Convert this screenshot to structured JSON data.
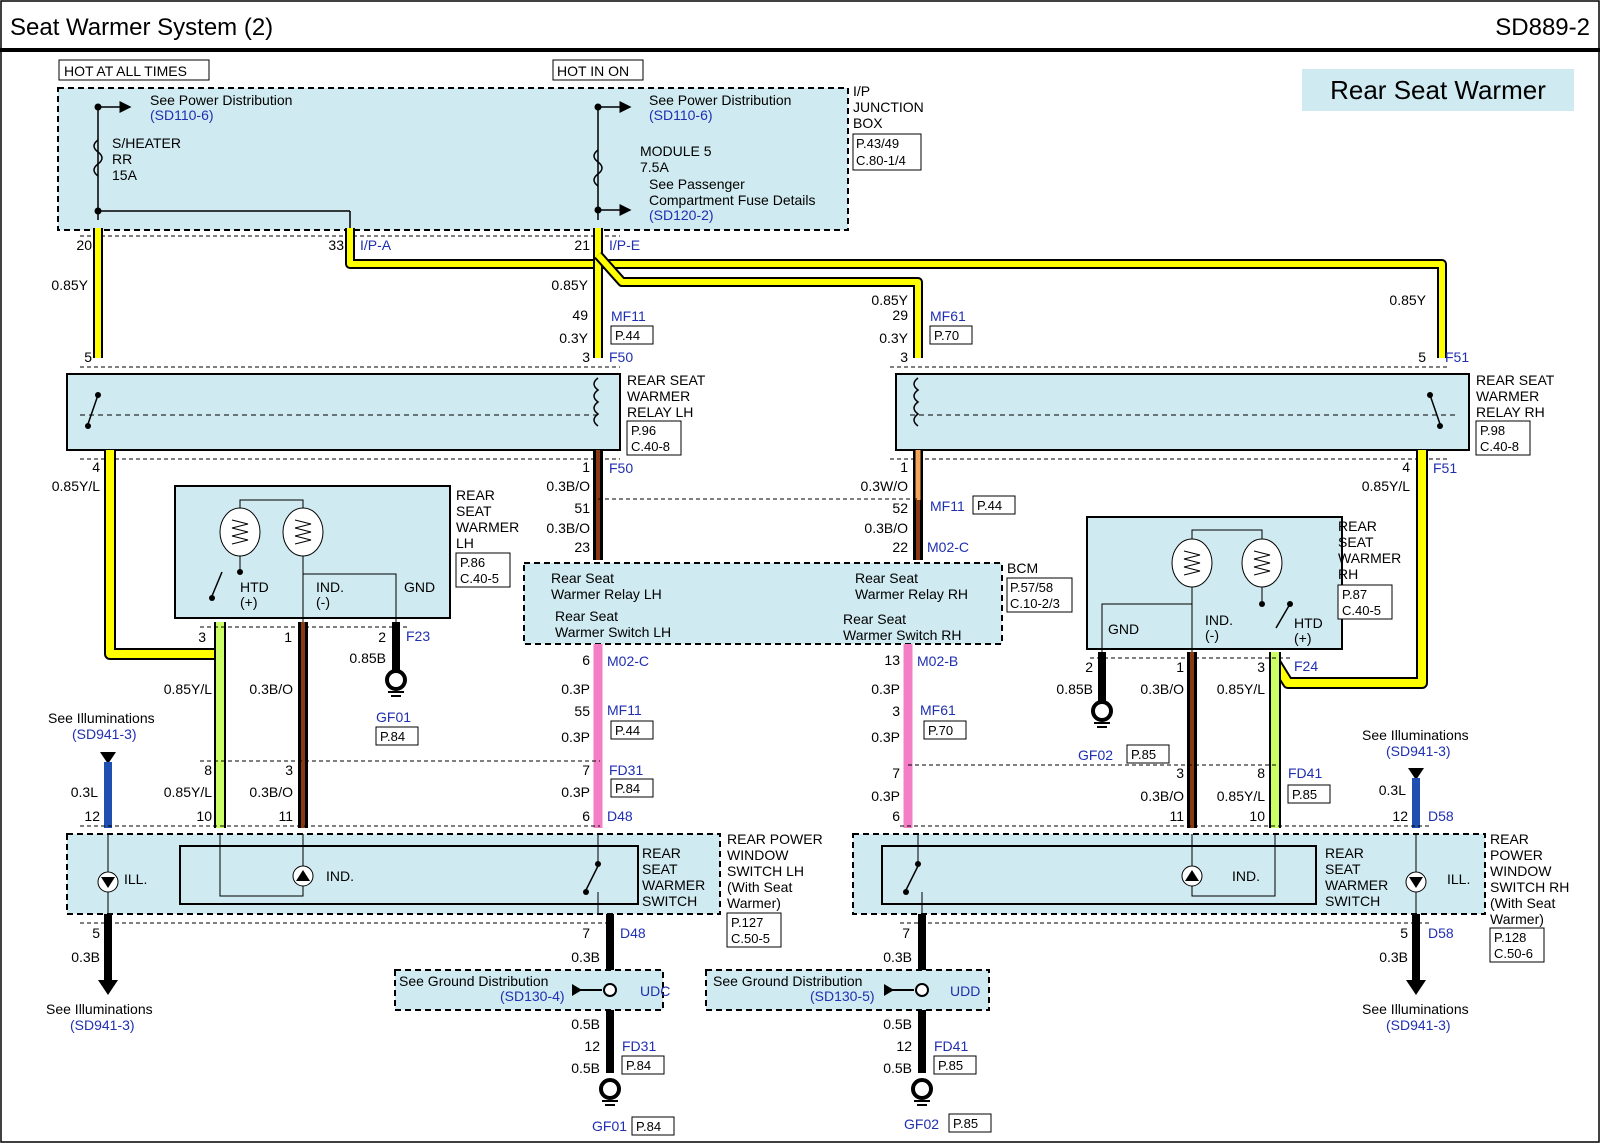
{
  "header": {
    "title": "Seat Warmer System  (2)",
    "code": "SD889-2"
  },
  "section_label": "Rear Seat Warmer",
  "colors": {
    "yellow": "#ffff00",
    "pink": "#f47ec5",
    "brown": "#8a3a10",
    "orange": "#f5a65b",
    "blue": "#1f4fb0",
    "box": "#cfeaf0",
    "link": "#1f2fb0"
  },
  "power": {
    "hot_all": "HOT AT ALL TIMES",
    "hot_on": "HOT IN ON"
  },
  "jbox": {
    "see_power_1": "See Power Distribution",
    "ref_1": "(SD110-6)",
    "see_power_2": "See Power Distribution",
    "ref_2": "(SD110-6)",
    "fuse_1": [
      "S/HEATER",
      "RR",
      "15A"
    ],
    "fuse_2": [
      "MODULE 5",
      "7.5A"
    ],
    "see_pass": [
      "See Passenger",
      "Compartment Fuse Details"
    ],
    "ref_pass": "(SD120-2)",
    "name": [
      "I/P",
      "JUNCTION",
      "BOX"
    ],
    "page": [
      "P.43/49",
      "C.80-1/4"
    ]
  },
  "pins": {
    "p20": "20",
    "p33": "33",
    "ipa": "I/P-A",
    "p21": "21",
    "ipe": "I/P-E"
  },
  "wires": {
    "w085y": "0.85Y",
    "w03y": "0.3Y",
    "w085yl": "0.85Y/L",
    "w03bo": "0.3B/O",
    "w03wo": "0.3W/O",
    "w085b": "0.85B",
    "w03p": "0.3P",
    "w03l": "0.3L",
    "w03b": "0.3B",
    "w05b": "0.5B"
  },
  "connectors": {
    "mf11": "MF11",
    "mf61": "MF61",
    "f50": "F50",
    "f51": "F51",
    "f23": "F23",
    "f24": "F24",
    "m02c": "M02-C",
    "m02b": "M02-B",
    "fd31": "FD31",
    "fd41": "FD41",
    "d48": "D48",
    "d58": "D58",
    "gf01": "GF01",
    "gf02": "GF02",
    "udc": "UDC",
    "udd": "UDD"
  },
  "pages": {
    "p44": "P.44",
    "p70": "P.70",
    "p84": "P.84",
    "p85": "P.85"
  },
  "relay_lh": {
    "name": [
      "REAR SEAT",
      "WARMER",
      "RELAY LH"
    ],
    "page": [
      "P.96",
      "C.40-8"
    ]
  },
  "relay_rh": {
    "name": [
      "REAR SEAT",
      "WARMER",
      "RELAY RH"
    ],
    "page": [
      "P.98",
      "C.40-8"
    ]
  },
  "warmer_lh": {
    "name": [
      "REAR",
      "SEAT",
      "WARMER",
      "LH"
    ],
    "page": [
      "P.86",
      "C.40-5"
    ],
    "htd": "HTD",
    "plus": "(+)",
    "ind": "IND.",
    "minus": "(-)",
    "gnd": "GND"
  },
  "warmer_rh": {
    "name": [
      "REAR",
      "SEAT",
      "WARMER",
      "RH"
    ],
    "page": [
      "P.87",
      "C.40-5"
    ],
    "htd": "HTD",
    "plus": "(+)",
    "ind": "IND.",
    "minus": "(-)",
    "gnd": "GND"
  },
  "bcm": {
    "name": "BCM",
    "page": [
      "P.57/58",
      "C.10-2/3"
    ],
    "relay_lh": [
      "Rear Seat",
      "Warmer Relay LH"
    ],
    "relay_rh": [
      "Rear Seat",
      "Warmer Relay RH"
    ],
    "switch_lh": [
      "Rear Seat",
      "Warmer Switch LH"
    ],
    "switch_rh": [
      "Rear Seat",
      "Warmer Switch RH"
    ]
  },
  "illum": {
    "see": "See Illuminations",
    "ref": "(SD941-3)",
    "ill": "ILL."
  },
  "switch_lh": {
    "inner": [
      "REAR",
      "SEAT",
      "WARMER",
      "SWITCH"
    ],
    "name": [
      "REAR POWER",
      "WINDOW",
      "SWITCH LH",
      "(With Seat",
      "Warmer)"
    ],
    "page": [
      "P.127",
      "C.50-5"
    ],
    "ind": "IND."
  },
  "switch_rh": {
    "inner": [
      "REAR",
      "SEAT",
      "WARMER",
      "SWITCH"
    ],
    "name": [
      "REAR",
      "POWER",
      "WINDOW",
      "SWITCH RH",
      "(With Seat",
      "Warmer)"
    ],
    "page": [
      "P.128",
      "C.50-6"
    ],
    "ind": "IND."
  },
  "ground": {
    "see": "See Ground Distribution",
    "ref_lh": "(SD130-4)",
    "ref_rh": "(SD130-5)"
  },
  "nums": {
    "n1": "1",
    "n2": "2",
    "n3": "3",
    "n4": "4",
    "n5": "5",
    "n6": "6",
    "n7": "7",
    "n8": "8",
    "n10": "10",
    "n11": "11",
    "n12": "12",
    "n13": "13",
    "n22": "22",
    "n23": "23",
    "n29": "29",
    "n49": "49",
    "n51": "51",
    "n52": "52",
    "n55": "55"
  }
}
